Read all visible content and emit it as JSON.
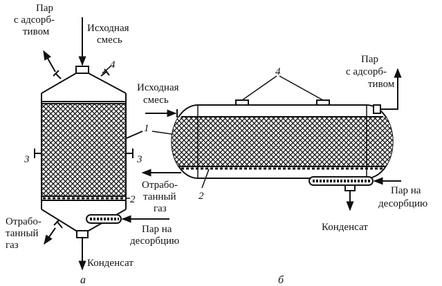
{
  "diagram_a": {
    "outlet_vapor_lines": [
      "Пар",
      "с адсорб-",
      "тивом"
    ],
    "feed_lines": [
      "Исходная",
      "смесь"
    ],
    "spent_gas_lines": [
      "Отрабо-",
      "танный",
      "газ"
    ],
    "steam_lines": [
      "Пар на",
      "десорбцию"
    ],
    "condensate": "Конденсат",
    "callout_1": "1",
    "callout_2": "2",
    "callout_3_left": "3",
    "callout_3_right": "3",
    "callout_4": "4",
    "caption": "а"
  },
  "diagram_b": {
    "outlet_vapor_lines": [
      "Пар",
      "с адсорб-",
      "тивом"
    ],
    "feed_lines": [
      "Исходная",
      "смесь"
    ],
    "spent_gas_lines": [
      "Отрабо-",
      "танный",
      "газ"
    ],
    "steam_lines": [
      "Пар на",
      "десорбцию"
    ],
    "condensate": "Конденсат",
    "callout_2": "2",
    "callout_4": "4",
    "caption": "б"
  },
  "colors": {
    "ink": "#111111",
    "background": "#ffffff"
  }
}
